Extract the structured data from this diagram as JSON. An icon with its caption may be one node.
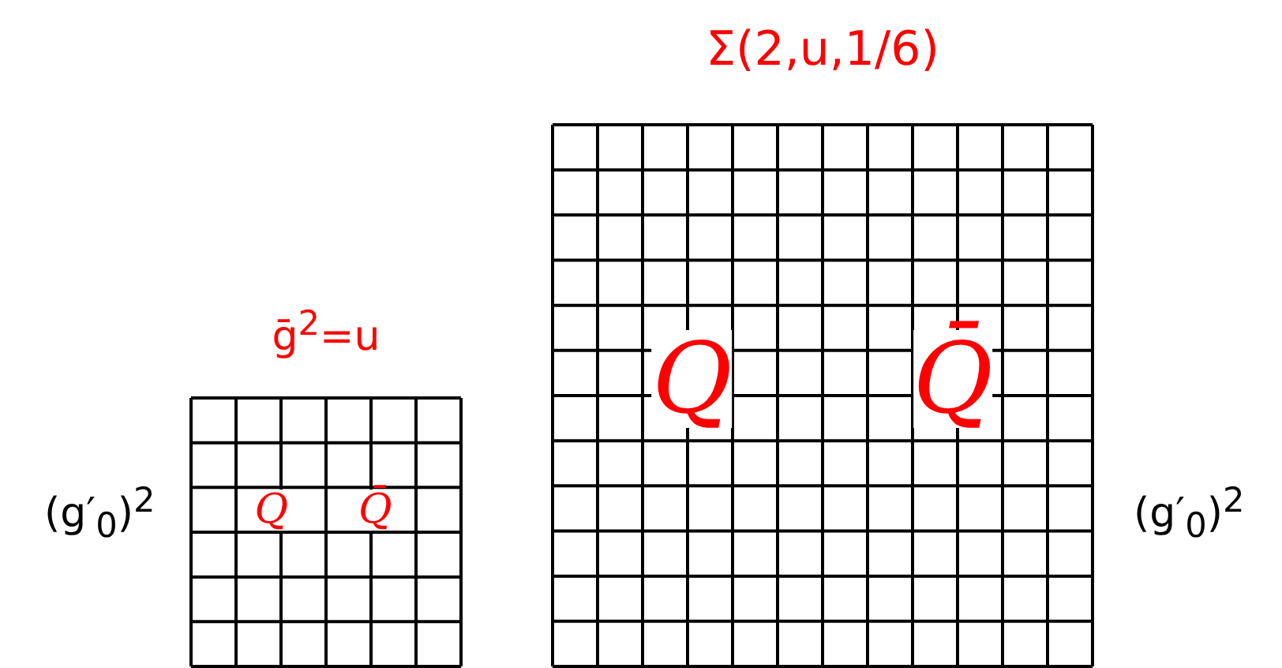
{
  "diagram": {
    "nodes": [
      {
        "text": [
          "ḡ$^{2}$=u",
          "Q",
          "Q̄"
        ]
      },
      {
        "text": [
          "Σ(2,u,1/6)",
          "Q",
          "Q̄"
        ]
      }
    ],
    "labels": [
      "(g′$_{0}$)$^{2}$",
      "(g′$_{0}$)$^{2}$"
    ]
  }
}
